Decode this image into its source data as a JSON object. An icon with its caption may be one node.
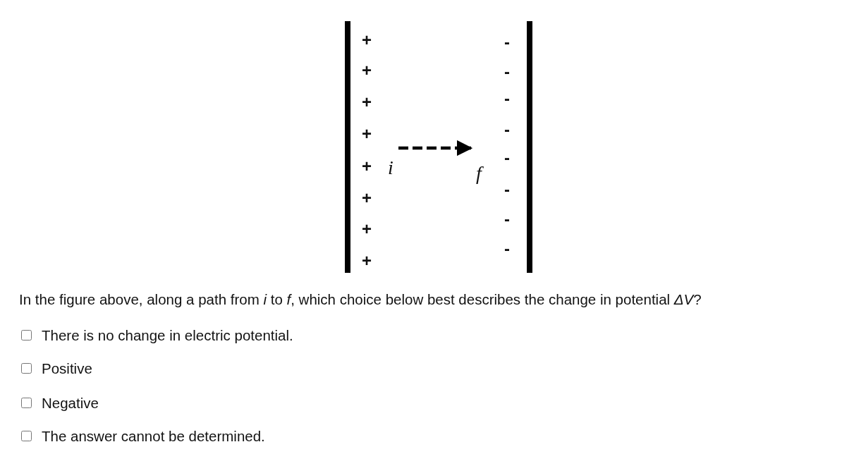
{
  "diagram": {
    "nodes": [
      {
        "text": [
          "i"
        ]
      },
      {
        "text": [
          "f"
        ]
      }
    ],
    "edges": [
      {
        "from": 0,
        "to": 1,
        "arrow": "to",
        "style": "dashed"
      }
    ],
    "labels": [
      "+",
      "-",
      "+",
      "-",
      "+",
      "-",
      "+",
      "-",
      "+",
      "-",
      "+",
      "-",
      "+",
      "-",
      "+",
      "-",
      "In the figure above, along a path from *i* to *f*, which choice below best describes the change in potential *ΔV*?",
      "There is no change in electric potential.",
      "Positive",
      "Negative",
      "The answer cannot be determined."
    ]
  }
}
